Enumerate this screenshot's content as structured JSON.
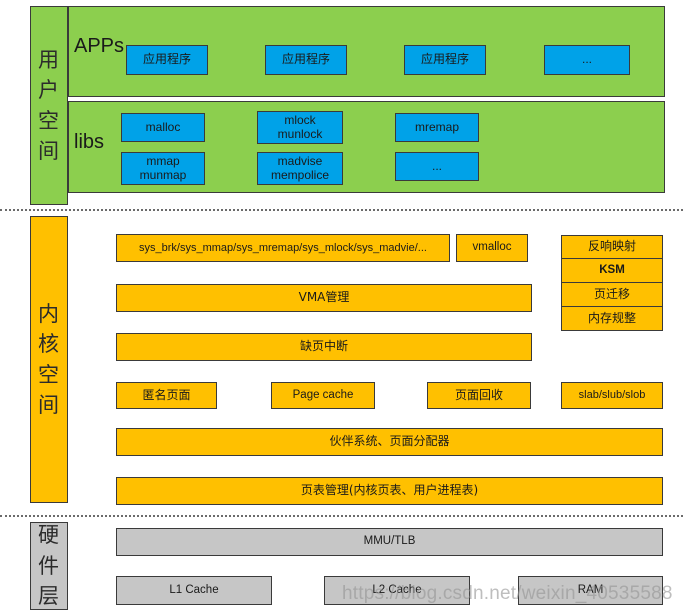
{
  "diagram": {
    "title": "Linux Memory Management Architecture",
    "colors": {
      "user_space": "#8CCF4E",
      "kernel_space": "#FFC000",
      "hardware": "#C6C6C6",
      "app_box": "#00A2E8",
      "border": "#3a3a3a"
    }
  },
  "layers": {
    "user_space": {
      "label": "用户空间",
      "chars": [
        "用",
        "户",
        "空",
        "间"
      ]
    },
    "kernel_space": {
      "label": "内核空间",
      "chars": [
        "内",
        "核",
        "空",
        "间"
      ]
    },
    "hardware": {
      "label": "硬件层",
      "chars": [
        "硬",
        "件",
        "层"
      ]
    }
  },
  "user_space": {
    "apps": {
      "group_label": "APPs",
      "items": [
        {
          "label": "应用程序"
        },
        {
          "label": "应用程序"
        },
        {
          "label": "应用程序"
        },
        {
          "label": "..."
        }
      ]
    },
    "libs": {
      "group_label": "libs",
      "row1": [
        {
          "label": "malloc"
        },
        {
          "label": "mlock\nmunlock"
        },
        {
          "label": "mremap"
        }
      ],
      "row2": [
        {
          "label": "mmap\nmunmap"
        },
        {
          "label": "madvise\nmempolice"
        },
        {
          "label": "..."
        }
      ]
    }
  },
  "kernel_space": {
    "row_syscalls": [
      {
        "label": "sys_brk/sys_mmap/sys_mremap/sys_mlock/sys_madvie/..."
      },
      {
        "label": "vmalloc"
      }
    ],
    "row_vma": {
      "label": "VMA管理"
    },
    "row_fault": {
      "label": "缺页中断"
    },
    "row_mid": [
      {
        "label": "匿名页面"
      },
      {
        "label": "Page cache"
      },
      {
        "label": "页面回收"
      },
      {
        "label": "slab/slub/slob"
      }
    ],
    "row_buddy": {
      "label": "伙伴系统、页面分配器"
    },
    "row_pagetable": {
      "label": "页表管理(内核页表、用户进程表)"
    },
    "side_stack": [
      {
        "label": "反响映射"
      },
      {
        "label": "KSM"
      },
      {
        "label": "页迁移"
      },
      {
        "label": "内存规整"
      }
    ]
  },
  "hardware": {
    "row_mmu": {
      "label": "MMU/TLB"
    },
    "row_mem": [
      {
        "label": "L1 Cache"
      },
      {
        "label": "L2 Cache"
      },
      {
        "label": "RAM"
      }
    ]
  },
  "watermark": {
    "text": "https://blog.csdn.net/weixin_40535588"
  }
}
